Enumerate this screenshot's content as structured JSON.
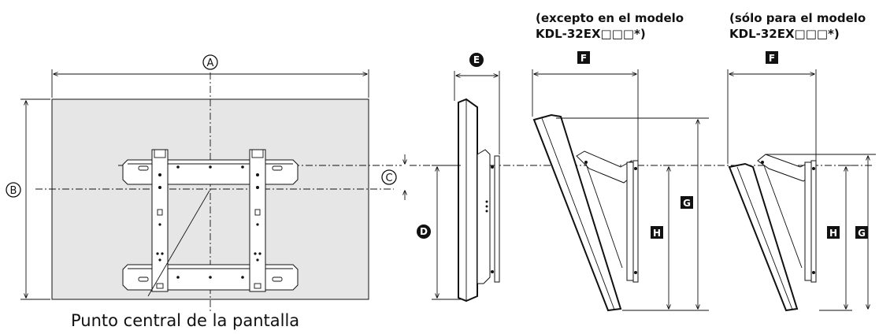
{
  "labels": {
    "A": "A",
    "B": "B",
    "C": "C",
    "D": "D",
    "E": "E",
    "F1": "F",
    "F2": "F",
    "G1": "G",
    "G2": "G",
    "H1": "H",
    "H2": "H"
  },
  "headers": {
    "except_line1": "(excepto en el modelo",
    "except_line2": "KDL-32EX□□□*)",
    "only_line1": "(sólo para el modelo",
    "only_line2": "KDL-32EX□□□*)"
  },
  "caption": "Punto central de la pantalla"
}
